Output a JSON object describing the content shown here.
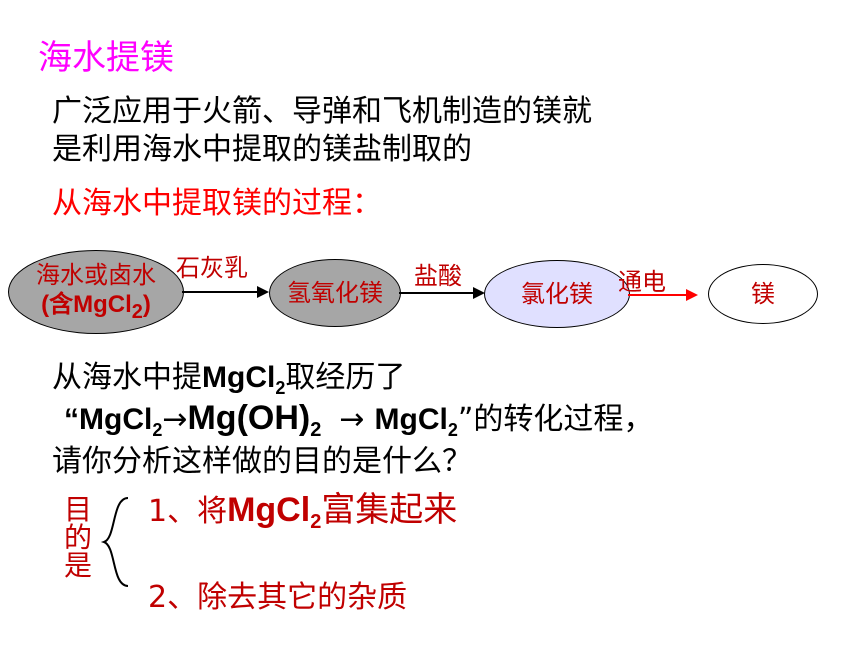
{
  "title": "海水提镁",
  "intro": {
    "line1": "广泛应用于火箭、导弹和飞机制造的镁就",
    "line2": "是利用海水中提取的镁盐制取的"
  },
  "process_heading": "从海水中提取镁的过程：",
  "flow": {
    "node1": {
      "line1": "海水或卤水",
      "line2_prefix": "(含",
      "formula": "MgCl",
      "sub": "2",
      "line2_suffix": ")"
    },
    "step1": "石灰乳",
    "node2": "氢氧化镁",
    "step2": "盐酸",
    "node3": "氯化镁",
    "step3": "通电",
    "node4": "镁"
  },
  "question": {
    "line1_pre": "从海水中提",
    "line1_formula": "MgCl",
    "line1_sub": "2",
    "line1_post": "取经历了",
    "line2_open": "“MgCl",
    "line2_sub1": "2",
    "line2_arrow1": "→",
    "line2_mid": "Mg(OH)",
    "line2_sub2": "2",
    "line2_arrow2": "→",
    "line2_end": "MgCl",
    "line2_sub3": "2",
    "line2_close": "”的转化过程，",
    "line3": "请你分析这样做的目的是什么？"
  },
  "goal": {
    "label": "目的是",
    "item1_prefix": "1、将",
    "item1_formula": "MgCl",
    "item1_sub": "2",
    "item1_suffix": "富集起来",
    "item2": "2、除去其它的杂质"
  }
}
